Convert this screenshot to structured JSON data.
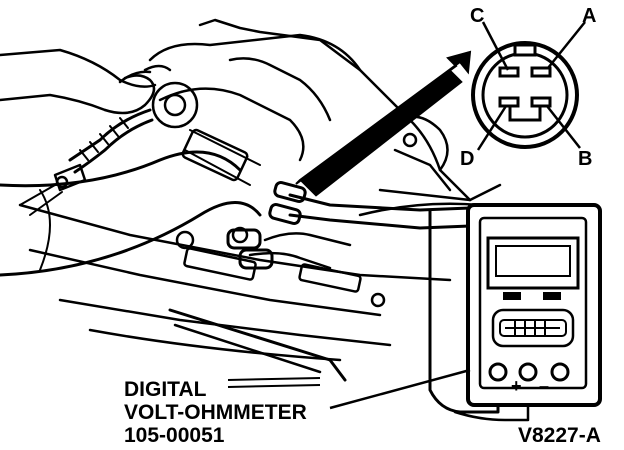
{
  "connector": {
    "pin_a": "A",
    "pin_b": "B",
    "pin_c": "C",
    "pin_d": "D"
  },
  "meter": {
    "plus_sign": "+",
    "minus_sign": "–",
    "label_line1": "DIGITAL",
    "label_line2": "VOLT-OHMMETER",
    "label_line3": "105-00051"
  },
  "figure_code": "V8227-A",
  "colors": {
    "ink": "#000000",
    "paper": "#ffffff"
  }
}
